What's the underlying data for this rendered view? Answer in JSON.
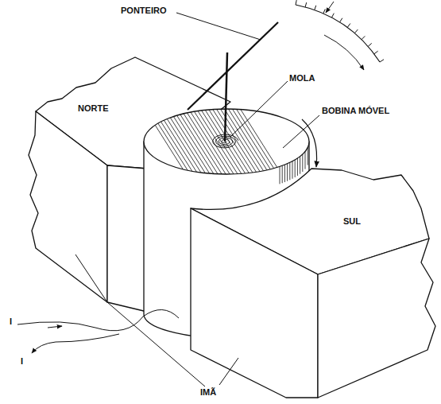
{
  "diagram": {
    "labels": [
      "PONTEIRO",
      "MOLA",
      "BOBINA MÓVEL",
      "NORTE",
      "SUL",
      "I",
      "I",
      "IMÃ"
    ]
  }
}
